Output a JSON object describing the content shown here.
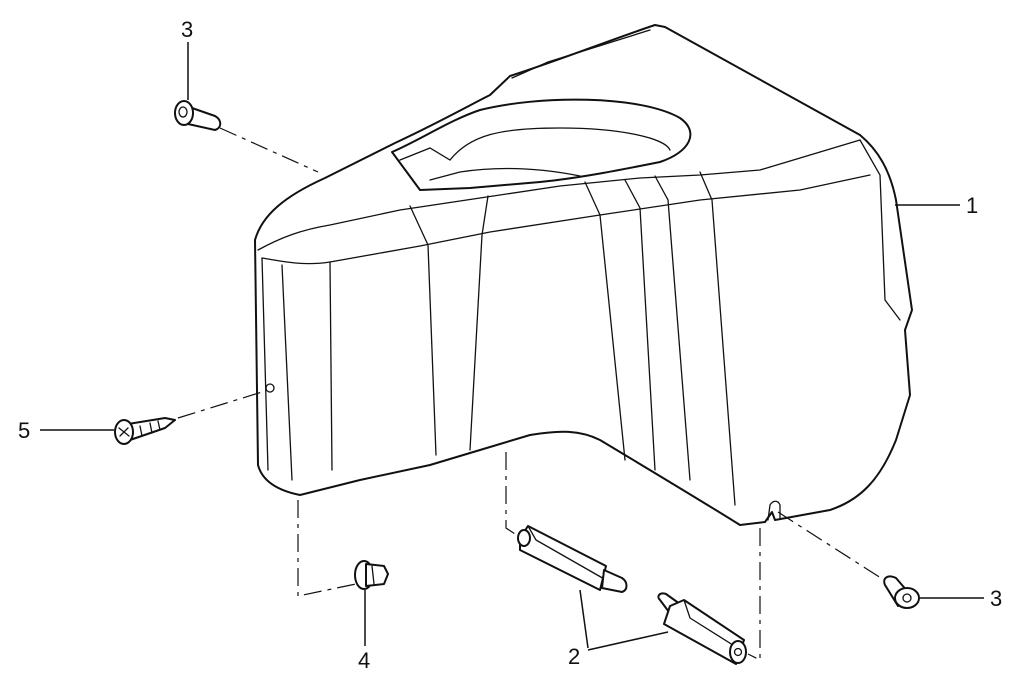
{
  "diagram": {
    "callouts": {
      "cover": "1",
      "standoffs": "2",
      "screw_top_left": "3",
      "screw_right": "3",
      "clip": "4",
      "tapping_screw": "5"
    }
  }
}
